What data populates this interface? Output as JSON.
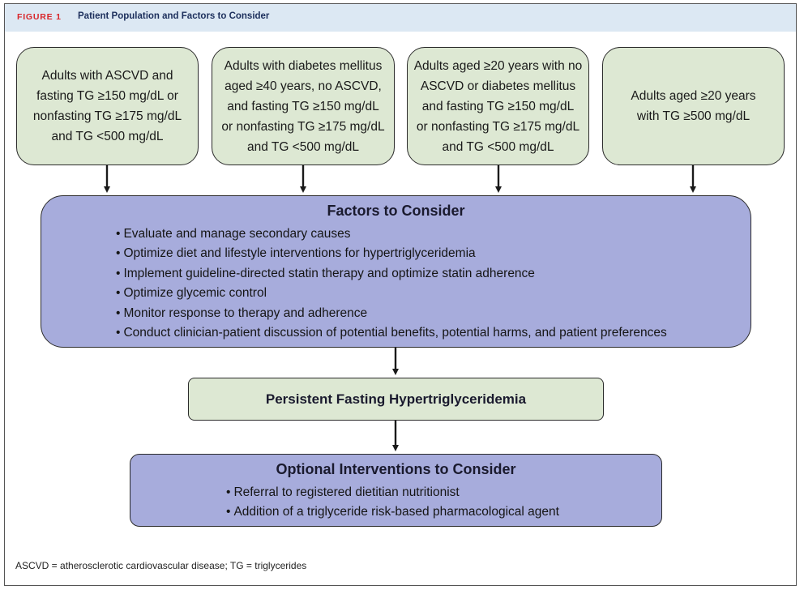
{
  "figure": {
    "label": "FIGURE 1",
    "title": "Patient Population and Factors to Consider"
  },
  "populations": [
    {
      "text": "Adults with ASCVD and\nfasting TG ≥150 mg/dL or\nnonfasting TG ≥175 mg/dL\nand TG <500 mg/dL"
    },
    {
      "text": "Adults with diabetes mellitus\naged ≥40 years, no ASCVD,\nand fasting TG ≥150 mg/dL\nor nonfasting TG ≥175 mg/dL\nand TG <500 mg/dL"
    },
    {
      "text": "Adults aged ≥20 years with no\nASCVD or diabetes mellitus\nand fasting TG ≥150 mg/dL\nor nonfasting TG ≥175 mg/dL\nand TG <500 mg/dL"
    },
    {
      "text": "Adults aged ≥20 years\nwith TG ≥500 mg/dL"
    }
  ],
  "factors": {
    "title": "Factors to Consider",
    "items": [
      "Evaluate and manage secondary causes",
      "Optimize diet and lifestyle interventions for hypertriglyceridemia",
      "Implement guideline-directed statin therapy and optimize statin adherence",
      "Optimize glycemic control",
      "Monitor response to therapy and adherence",
      "Conduct clinician-patient discussion of potential benefits, potential harms, and patient preferences"
    ]
  },
  "persistent": {
    "title": "Persistent Fasting Hypertriglyceridemia"
  },
  "optional": {
    "title": "Optional Interventions to Consider",
    "items": [
      "Referral to registered dietitian nutritionist",
      "Addition of a triglyceride risk-based pharmacological agent"
    ]
  },
  "footnote": "ASCVD = atherosclerotic cardiovascular disease; TG = triglycerides",
  "colors": {
    "figure_label": "#d9262a",
    "header_band": "#dce8f3",
    "population_box": "#dde8d3",
    "factor_box": "#a7acdc"
  }
}
